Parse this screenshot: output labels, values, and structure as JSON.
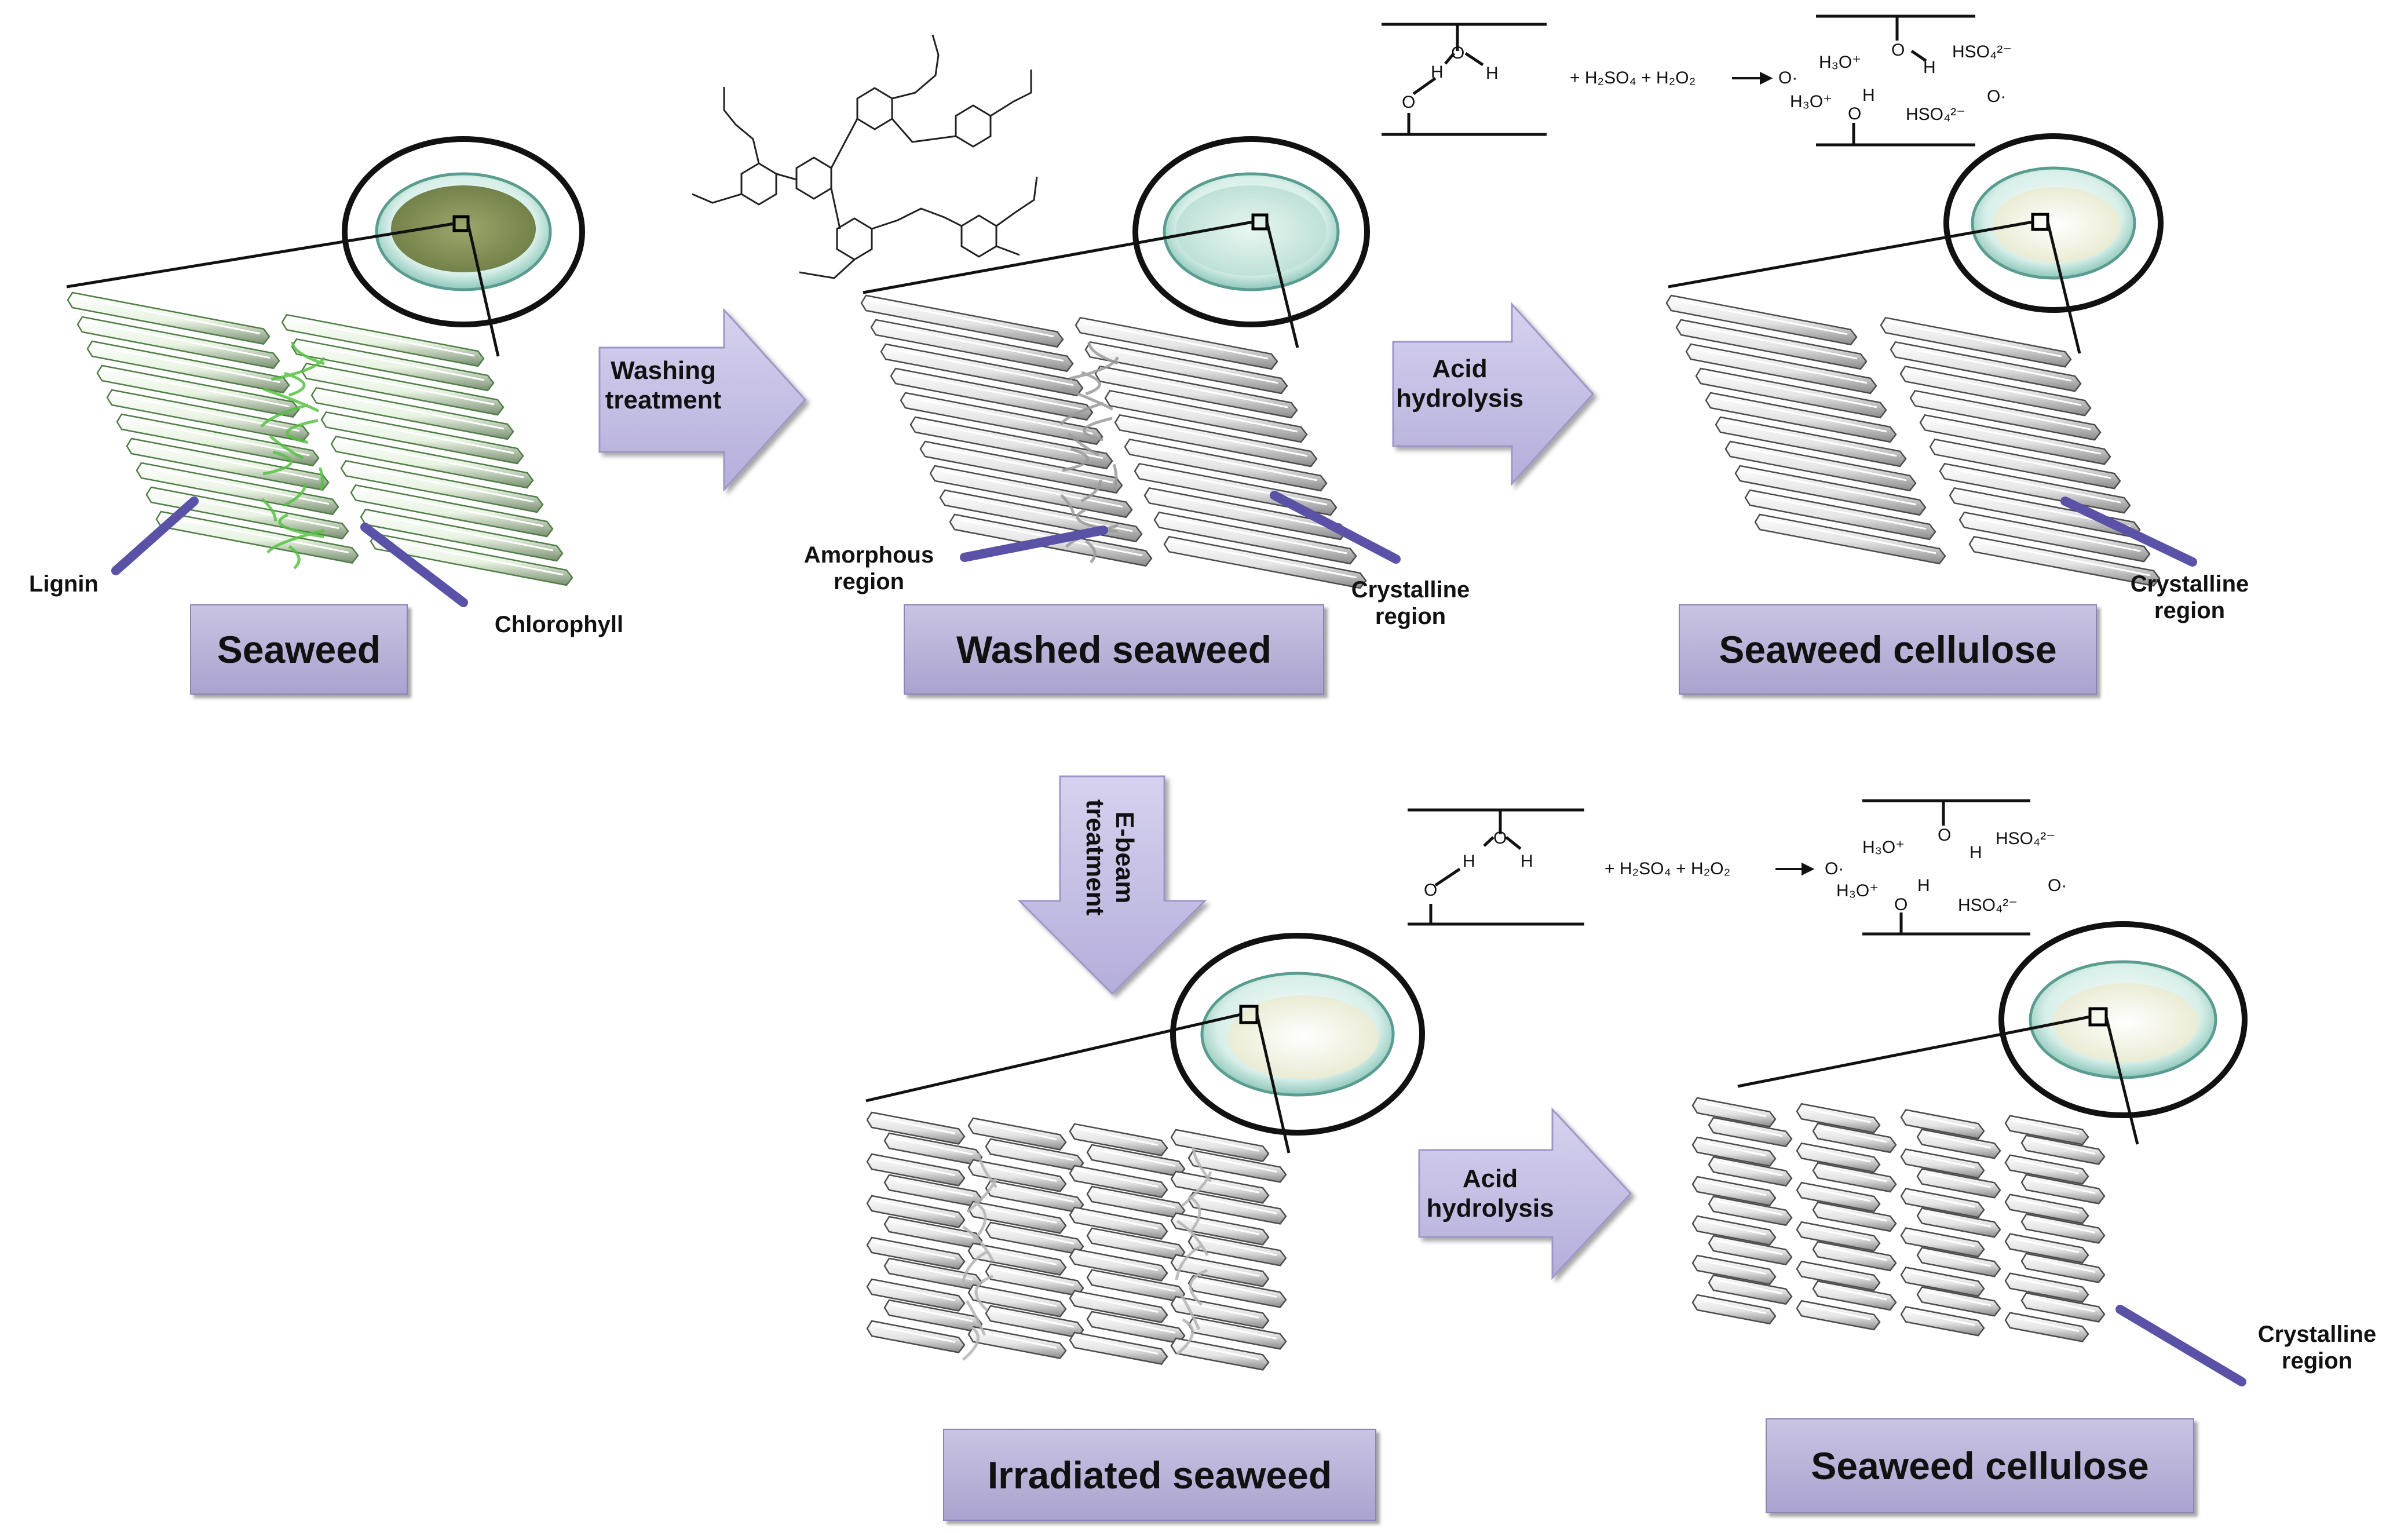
{
  "stages": {
    "seaweed": "Seaweed",
    "washed": "Washed seaweed",
    "cellulose_top": "Seaweed cellulose",
    "irradiated": "Irradiated seaweed",
    "cellulose_bottom": "Seaweed cellulose"
  },
  "arrows": {
    "washing_line1": "Washing",
    "washing_line2": "treatment",
    "acid1_line1": "Acid",
    "acid1_line2": "hydrolysis",
    "ebeam_line1": "E-beam",
    "ebeam_line2": "treatment",
    "acid2_line1": "Acid",
    "acid2_line2": "hydrolysis"
  },
  "annotations": {
    "lignin": "Lignin",
    "chlorophyll": "Chlorophyll",
    "amorphous_line1": "Amorphous",
    "amorphous_line2": "region",
    "crystalline_line1": "Crystalline",
    "crystalline_line2": "region"
  },
  "reaction": {
    "reagents": "+ H₂SO₄ + H₂O₂",
    "radical": "O·",
    "h3o": "H₃O⁺",
    "hso4": "HSO₄²⁻",
    "o": "O",
    "h": "H"
  },
  "colors": {
    "box_fill": "#b7b1da",
    "arrow_fill": "#c6c1e6",
    "pointer": "#5a52a6",
    "chlorophyll": "#7fd36b"
  }
}
